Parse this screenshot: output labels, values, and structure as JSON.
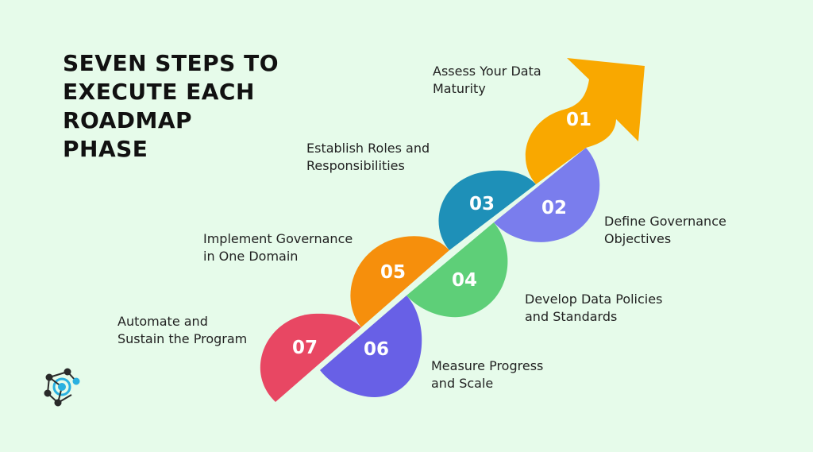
{
  "title_lines": [
    "SEVEN STEPS TO",
    "EXECUTE EACH",
    "ROADMAP",
    "PHASE"
  ],
  "steps": [
    {
      "number": "01",
      "label_lines": [
        "Assess Your Data",
        "Maturity"
      ],
      "color": "#f9a800"
    },
    {
      "number": "02",
      "label_lines": [
        "Define Governance",
        "Objectives"
      ],
      "color": "#7a7ded"
    },
    {
      "number": "03",
      "label_lines": [
        "Establish Roles and",
        "Responsibilities"
      ],
      "color": "#1e90b8"
    },
    {
      "number": "04",
      "label_lines": [
        "Develop Data Policies",
        "and Standards"
      ],
      "color": "#5ecf78"
    },
    {
      "number": "05",
      "label_lines": [
        "Implement Governance",
        "in One Domain"
      ],
      "color": "#f68f0c"
    },
    {
      "number": "06",
      "label_lines": [
        "Measure Progress",
        "and Scale"
      ],
      "color": "#6860e6"
    },
    {
      "number": "07",
      "label_lines": [
        "Automate and",
        "Sustain the Program"
      ],
      "color": "#e84763"
    }
  ],
  "logo": {
    "icon": "network-logo-icon",
    "color": "#2ab0e0"
  }
}
